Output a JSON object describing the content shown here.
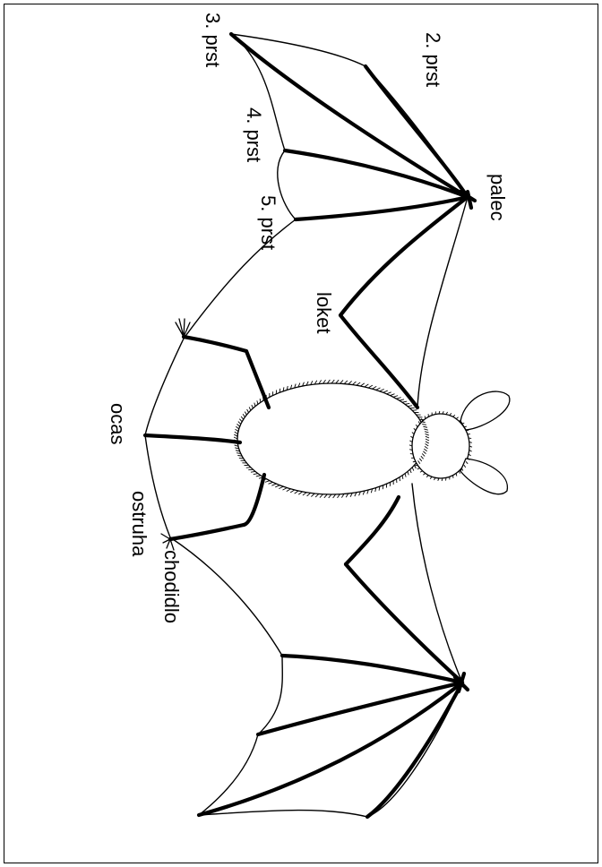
{
  "labels": {
    "thumb": "palec",
    "finger2": "2. prst",
    "finger3": "3. prst",
    "finger4": "4. prst",
    "finger5": "5. prst",
    "elbow": "loket",
    "tail": "ocas",
    "spur": "ostruha",
    "foot": "chodidlo"
  },
  "colors": {
    "line": "#000000",
    "background": "#ffffff"
  }
}
